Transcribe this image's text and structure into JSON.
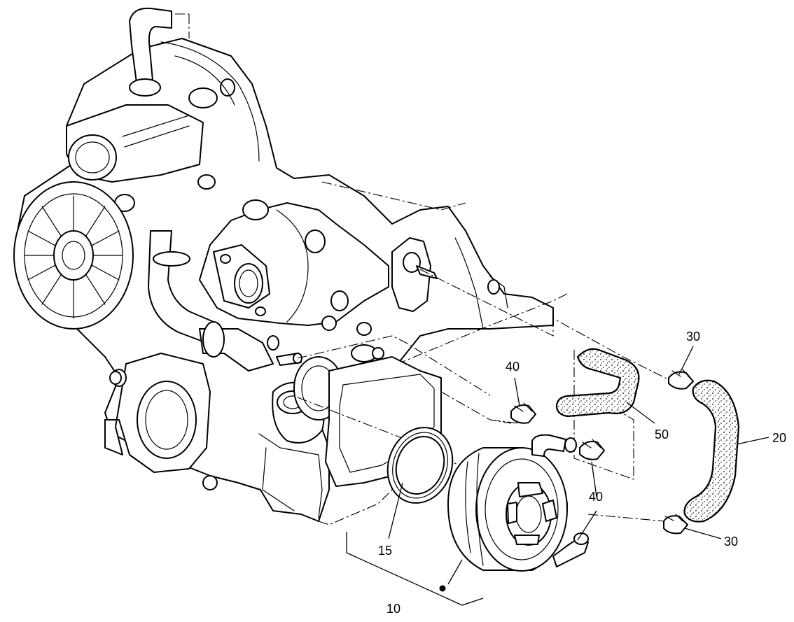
{
  "callouts": {
    "c10": "10",
    "c15": "15",
    "c20": "20",
    "c30a": "30",
    "c30b": "30",
    "c40a": "40",
    "c40b": "40",
    "c50": "50"
  },
  "colors": {
    "ink": "#000000",
    "paper": "#ffffff"
  }
}
